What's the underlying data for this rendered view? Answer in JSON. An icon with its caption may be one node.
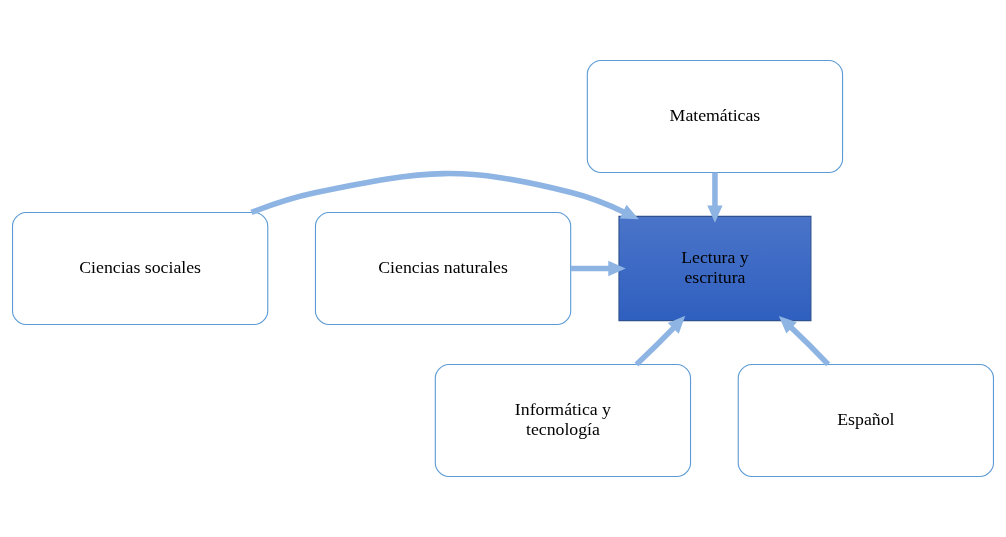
{
  "diagram": {
    "nodes": [
      {
        "text": [
          "Matemáticas"
        ]
      },
      {
        "text": [
          "Ciencias sociales"
        ]
      },
      {
        "text": [
          "Lectura y escritura"
        ]
      },
      {
        "text": [
          "Ciencias naturales"
        ]
      },
      {
        "text": [
          "Informática y tecnología"
        ]
      },
      {
        "text": [
          "Español"
        ]
      }
    ],
    "edges": [
      {
        "from": 0,
        "to": 2,
        "arrow": "to"
      },
      {
        "from": 1,
        "to": 2,
        "arrow": "to"
      },
      {
        "from": 3,
        "to": 2,
        "arrow": "to"
      },
      {
        "from": 4,
        "to": 2,
        "arrow": "to"
      },
      {
        "from": 5,
        "to": 2,
        "arrow": "to"
      }
    ]
  }
}
